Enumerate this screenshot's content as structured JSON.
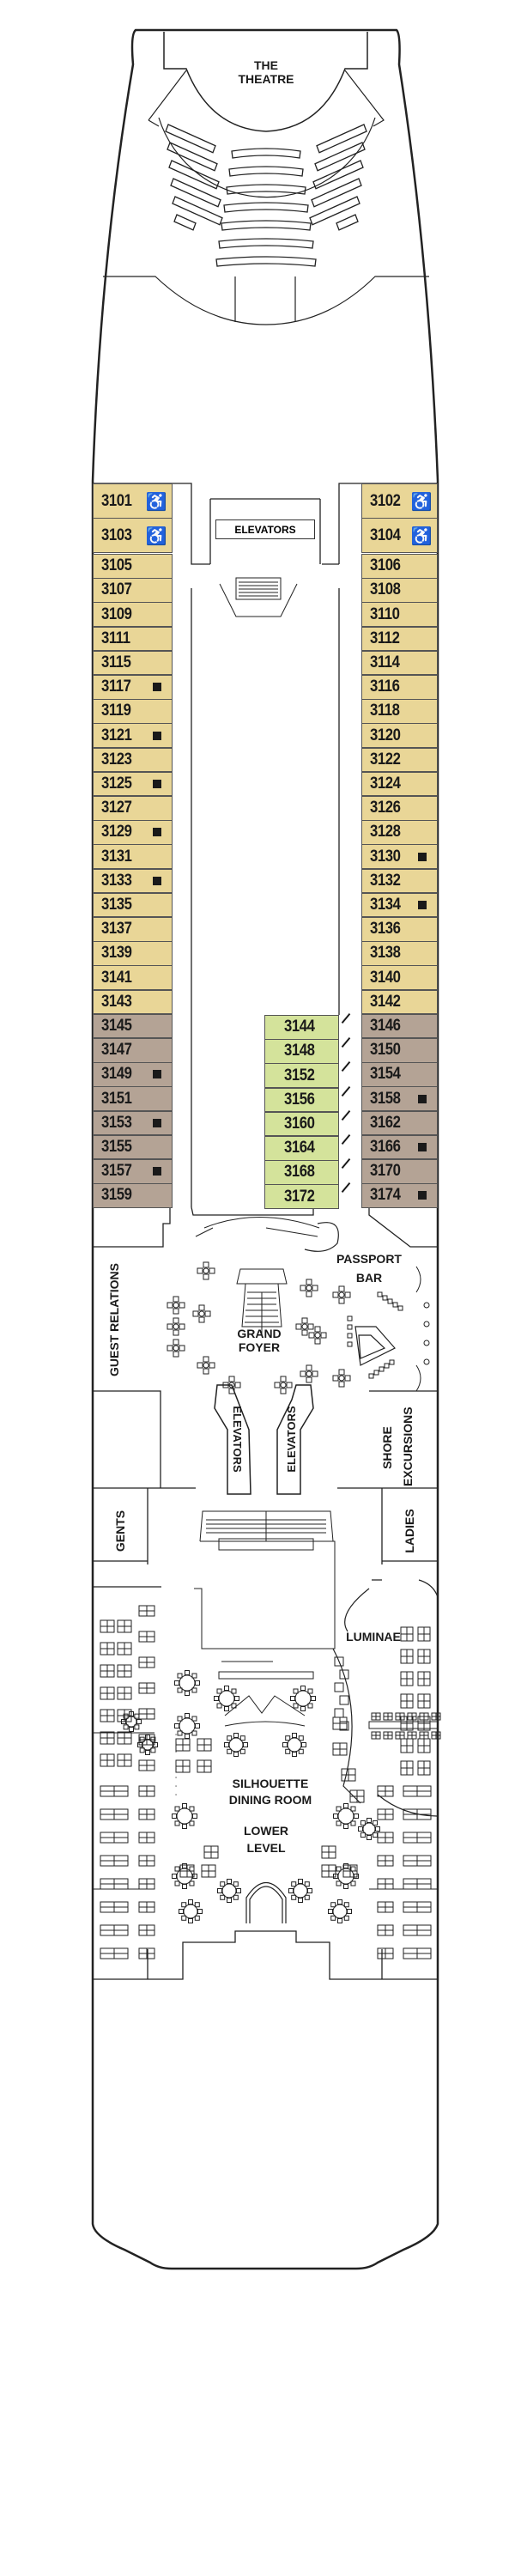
{
  "venues": {
    "theatre": [
      "THE",
      "THEATRE"
    ],
    "elevators_fwd": "ELEVATORS",
    "guest_relations": "GUEST RELATIONS",
    "grand_foyer": [
      "GRAND",
      "FOYER"
    ],
    "passport_bar": [
      "PASSPORT",
      "BAR"
    ],
    "elevators_mid_left": "ELEVATORS",
    "elevators_mid_right": "ELEVATORS",
    "shore_excursions": [
      "SHORE",
      "EXCURSIONS"
    ],
    "gents": "GENTS",
    "ladies": "LADIES",
    "luminae": "LUMINAE",
    "dining_room": [
      "SILHOUETTE",
      "DINING ROOM"
    ],
    "lower_level": [
      "LOWER",
      "LEVEL"
    ]
  },
  "colors": {
    "category_a": "#e9d697",
    "category_b": "#b4a395",
    "category_c": "#d4e39b"
  },
  "cabins": {
    "port": [
      {
        "num": "3101",
        "cat": "a",
        "icon": "wheelchair"
      },
      {
        "num": "3103",
        "cat": "a",
        "icon": "wheelchair"
      },
      {
        "num": "3105",
        "cat": "a"
      },
      {
        "num": "3107",
        "cat": "a"
      },
      {
        "num": "3109",
        "cat": "a"
      },
      {
        "num": "3111",
        "cat": "a"
      },
      {
        "num": "3115",
        "cat": "a"
      },
      {
        "num": "3117",
        "cat": "a",
        "icon": "square"
      },
      {
        "num": "3119",
        "cat": "a"
      },
      {
        "num": "3121",
        "cat": "a",
        "icon": "square"
      },
      {
        "num": "3123",
        "cat": "a"
      },
      {
        "num": "3125",
        "cat": "a",
        "icon": "square"
      },
      {
        "num": "3127",
        "cat": "a"
      },
      {
        "num": "3129",
        "cat": "a",
        "icon": "square"
      },
      {
        "num": "3131",
        "cat": "a"
      },
      {
        "num": "3133",
        "cat": "a",
        "icon": "square"
      },
      {
        "num": "3135",
        "cat": "a"
      },
      {
        "num": "3137",
        "cat": "a"
      },
      {
        "num": "3139",
        "cat": "a"
      },
      {
        "num": "3141",
        "cat": "a"
      },
      {
        "num": "3143",
        "cat": "a"
      },
      {
        "num": "3145",
        "cat": "b"
      },
      {
        "num": "3147",
        "cat": "b"
      },
      {
        "num": "3149",
        "cat": "b",
        "icon": "square"
      },
      {
        "num": "3151",
        "cat": "b"
      },
      {
        "num": "3153",
        "cat": "b",
        "icon": "square"
      },
      {
        "num": "3155",
        "cat": "b"
      },
      {
        "num": "3157",
        "cat": "b",
        "icon": "square"
      },
      {
        "num": "3159",
        "cat": "b"
      }
    ],
    "starboard": [
      {
        "num": "3102",
        "cat": "a",
        "icon": "wheelchair"
      },
      {
        "num": "3104",
        "cat": "a",
        "icon": "wheelchair"
      },
      {
        "num": "3106",
        "cat": "a"
      },
      {
        "num": "3108",
        "cat": "a"
      },
      {
        "num": "3110",
        "cat": "a"
      },
      {
        "num": "3112",
        "cat": "a"
      },
      {
        "num": "3114",
        "cat": "a"
      },
      {
        "num": "3116",
        "cat": "a"
      },
      {
        "num": "3118",
        "cat": "a"
      },
      {
        "num": "3120",
        "cat": "a"
      },
      {
        "num": "3122",
        "cat": "a"
      },
      {
        "num": "3124",
        "cat": "a"
      },
      {
        "num": "3126",
        "cat": "a"
      },
      {
        "num": "3128",
        "cat": "a"
      },
      {
        "num": "3130",
        "cat": "a",
        "icon": "square"
      },
      {
        "num": "3132",
        "cat": "a"
      },
      {
        "num": "3134",
        "cat": "a",
        "icon": "square"
      },
      {
        "num": "3136",
        "cat": "a"
      },
      {
        "num": "3138",
        "cat": "a"
      },
      {
        "num": "3140",
        "cat": "a"
      },
      {
        "num": "3142",
        "cat": "a"
      },
      {
        "num": "3146",
        "cat": "b"
      },
      {
        "num": "3150",
        "cat": "b"
      },
      {
        "num": "3154",
        "cat": "b"
      },
      {
        "num": "3158",
        "cat": "b",
        "icon": "square"
      },
      {
        "num": "3162",
        "cat": "b"
      },
      {
        "num": "3166",
        "cat": "b",
        "icon": "square"
      },
      {
        "num": "3170",
        "cat": "b"
      },
      {
        "num": "3174",
        "cat": "b",
        "icon": "square"
      }
    ],
    "inside": [
      {
        "num": "3144",
        "cat": "c",
        "icon": "door"
      },
      {
        "num": "3148",
        "cat": "c",
        "icon": "door"
      },
      {
        "num": "3152",
        "cat": "c",
        "icon": "door"
      },
      {
        "num": "3156",
        "cat": "c",
        "icon": "door"
      },
      {
        "num": "3160",
        "cat": "c",
        "icon": "door"
      },
      {
        "num": "3164",
        "cat": "c",
        "icon": "door"
      },
      {
        "num": "3168",
        "cat": "c",
        "icon": "door"
      },
      {
        "num": "3172",
        "cat": "c",
        "icon": "door"
      }
    ]
  }
}
